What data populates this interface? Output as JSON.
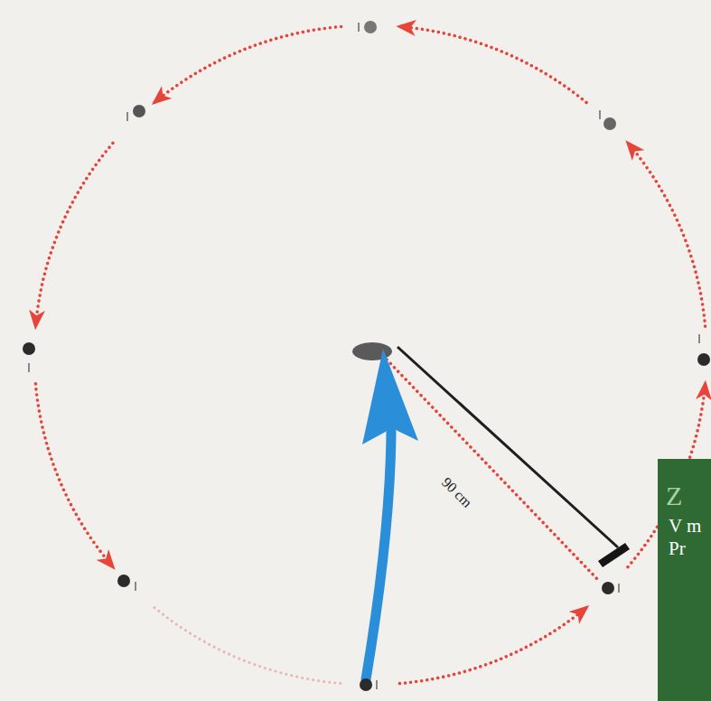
{
  "diagram": {
    "nodes": [
      {
        "text": [
          "Z",
          "V m Pr"
        ]
      }
    ],
    "labels": [
      "90 cm"
    ]
  }
}
